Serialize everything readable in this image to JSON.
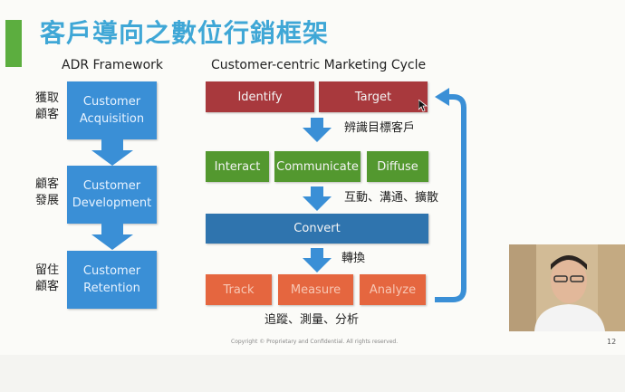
{
  "slide": {
    "title": "客戶導向之數位行銷框架",
    "adr_heading": "ADR Framework",
    "cycle_heading": "Customer-centric Marketing Cycle",
    "footer": "Copyright © Proprietary and Confidential. All rights reserved.",
    "page_number": "12"
  },
  "adr": {
    "stages": [
      {
        "line1": "Customer",
        "line2": "Acquisition",
        "side": "獲取顧客"
      },
      {
        "line1": "Customer",
        "line2": "Development",
        "side": "顧客發展"
      },
      {
        "line1": "Customer",
        "line2": "Retention",
        "side": "留住顧客"
      }
    ]
  },
  "cycle": {
    "row1": [
      "Identify",
      "Target"
    ],
    "row1_caption": "辨識目標客戶",
    "row2": [
      "Interact",
      "Communicate",
      "Diffuse"
    ],
    "row2_caption": "互動、溝通、擴散",
    "row3": [
      "Convert"
    ],
    "row3_caption": "轉換",
    "row4": [
      "Track",
      "Measure",
      "Analyze"
    ],
    "row4_caption": "追蹤、測量、分析"
  },
  "colors": {
    "title": "#3fa7d6",
    "accent": "#5cae3f",
    "adr_blue": "#3a8fd6",
    "red": "#a8393d",
    "green": "#53982f",
    "blue": "#2f74ae",
    "orange": "#e5663f",
    "arrow": "#3a8fd6"
  },
  "icons": {
    "cursor": "mouse-pointer-icon",
    "loop_arrow": "loop-arrow-icon"
  }
}
